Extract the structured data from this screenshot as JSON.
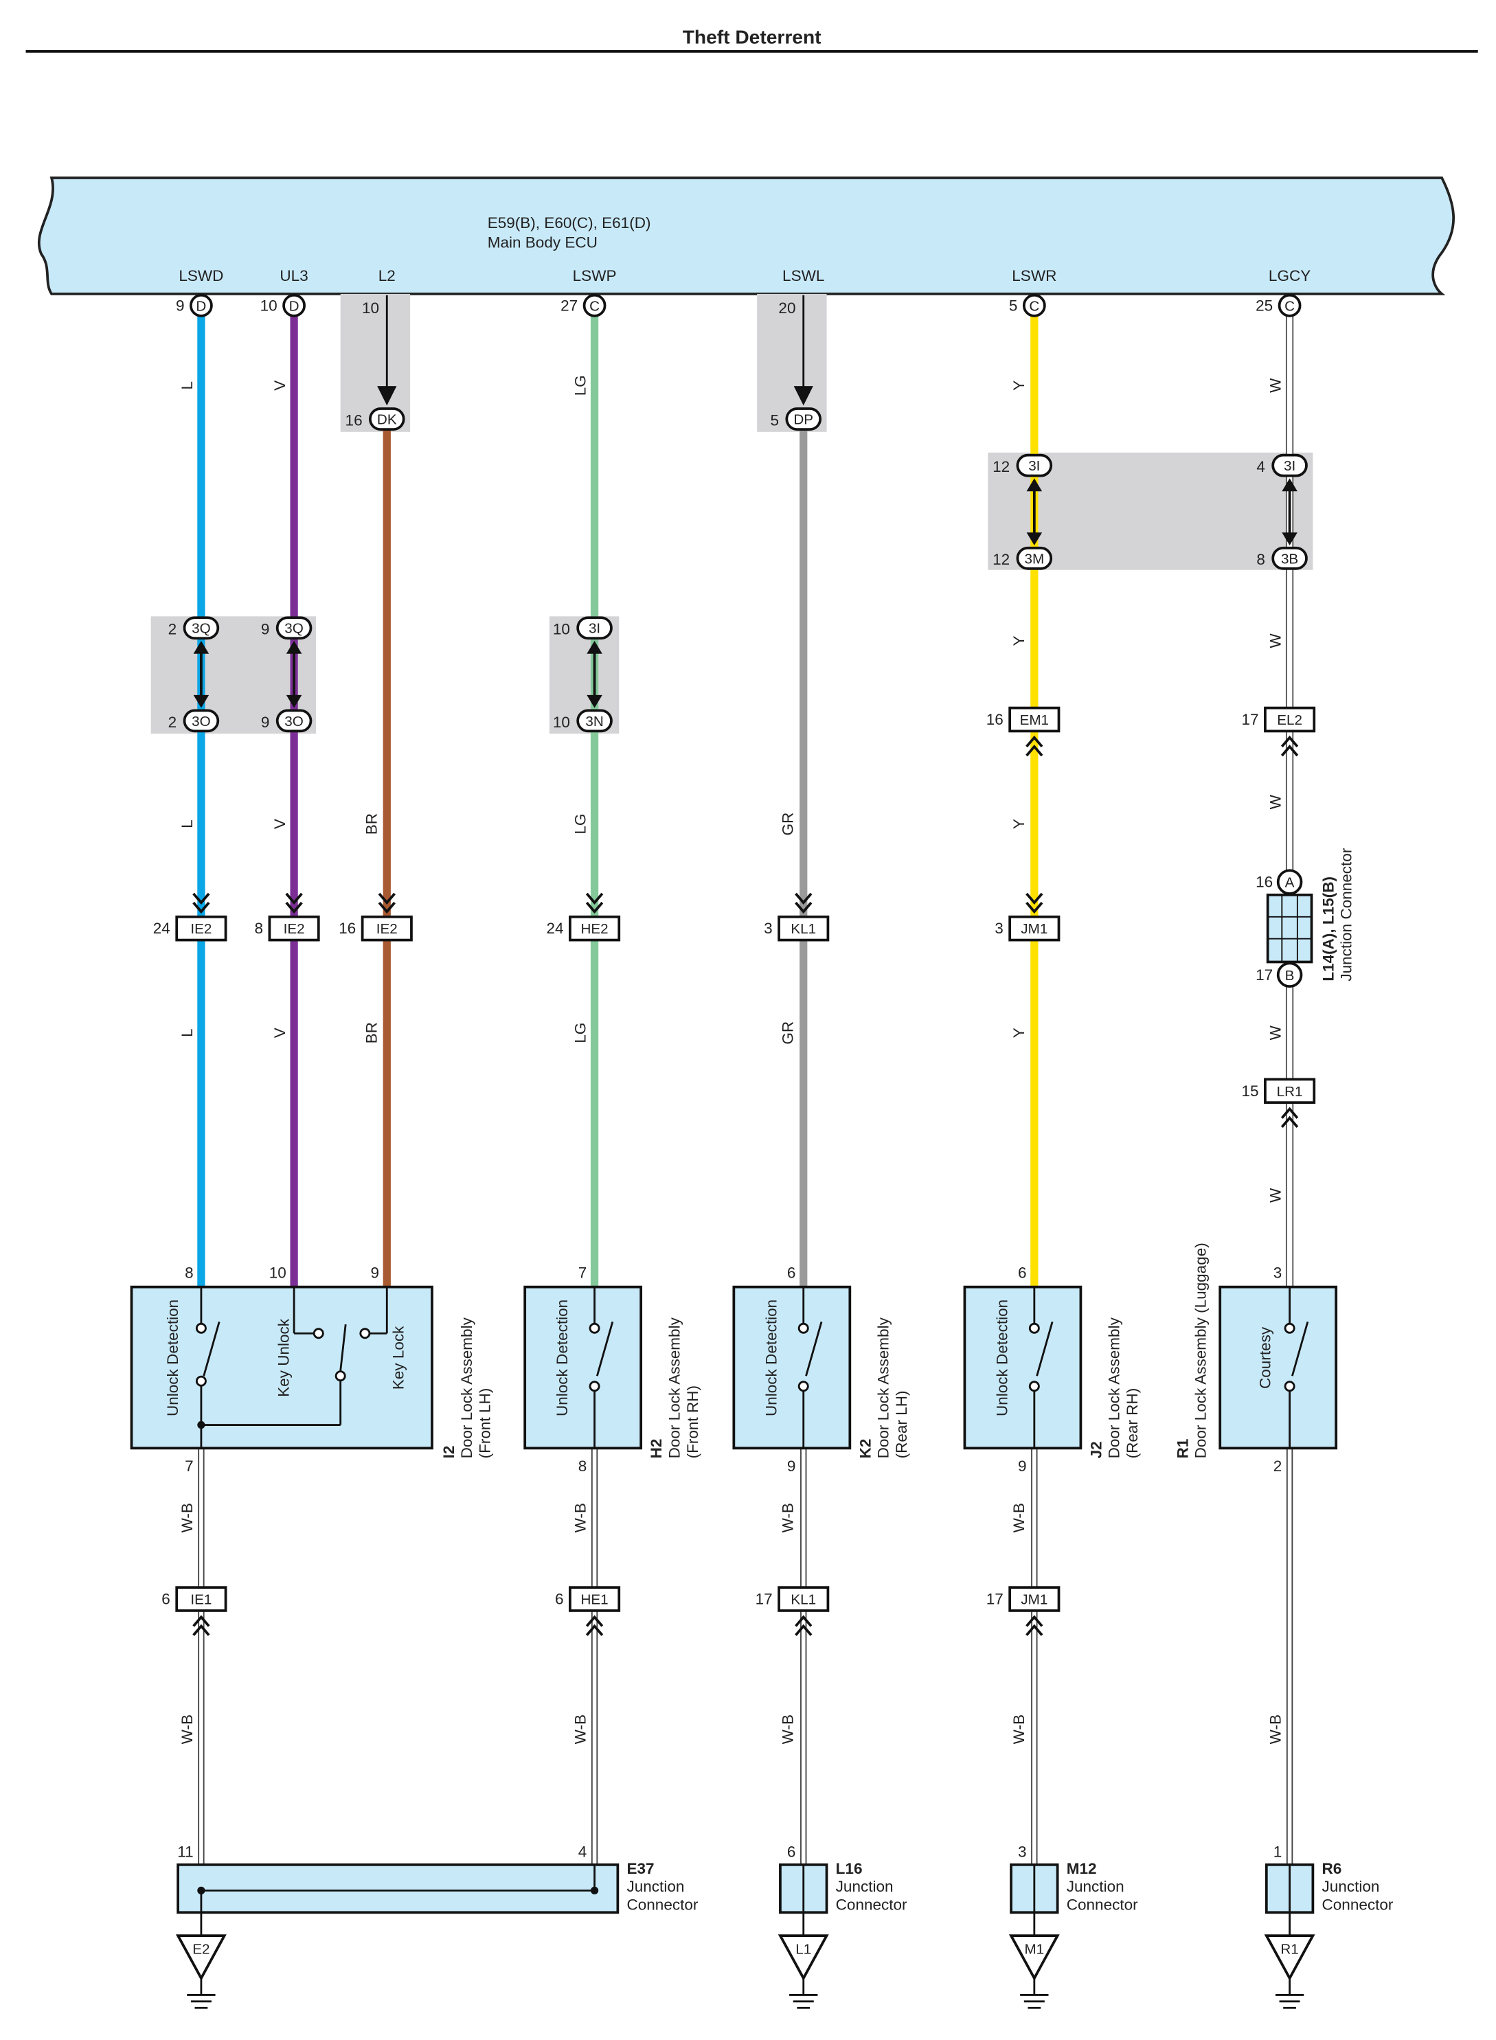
{
  "page": {
    "title": "Theft Deterrent"
  },
  "ecu": {
    "connectors": "E59(B), E60(C), E61(D)",
    "name": "Main Body ECU"
  },
  "colors": {
    "ecu_fill": "#c8e9f8",
    "box_fill": "#c8e9f8",
    "splice_fill": "#d4d4d6",
    "wires": {
      "L": "#0aa6e6",
      "V": "#7b2f96",
      "BR": "#a85a30",
      "LG": "#84c99a",
      "GR": "#9a9a9a",
      "Y": "#ffe100",
      "W": "#ffffff",
      "W-B": "#ffffff"
    }
  },
  "wires": [
    {
      "signal": "LSWD",
      "pin": "9",
      "connector": "D",
      "segments": [
        "L",
        "L",
        "L"
      ],
      "splice": {
        "top_pin": "2",
        "top": "3Q",
        "bottom_pin": "2",
        "bottom": "3O"
      },
      "jc1": {
        "pin": "24",
        "name": "IE2"
      },
      "device_pin": "8"
    },
    {
      "signal": "UL3",
      "pin": "10",
      "connector": "D",
      "segments": [
        "V",
        "V",
        "V"
      ],
      "splice": {
        "top_pin": "9",
        "top": "3Q",
        "bottom_pin": "9",
        "bottom": "3O"
      },
      "jc1": {
        "pin": "8",
        "name": "IE2"
      },
      "device_pin": "10"
    },
    {
      "signal": "L2",
      "pin": "10",
      "connector": "",
      "segments": [
        "BR",
        "BR"
      ],
      "splice": {
        "top_pin": "16",
        "top": "DK"
      },
      "jc1": {
        "pin": "16",
        "name": "IE2"
      },
      "device_pin": "9"
    },
    {
      "signal": "LSWP",
      "pin": "27",
      "connector": "C",
      "segments": [
        "LG",
        "LG",
        "LG"
      ],
      "splice": {
        "top_pin": "10",
        "top": "3I",
        "bottom_pin": "10",
        "bottom": "3N"
      },
      "jc1": {
        "pin": "24",
        "name": "HE2"
      },
      "device_pin": "7"
    },
    {
      "signal": "LSWL",
      "pin": "20",
      "connector": "",
      "segments": [
        "GR",
        "GR"
      ],
      "splice": {
        "top_pin": "5",
        "top": "DP"
      },
      "jc1": {
        "pin": "3",
        "name": "KL1"
      },
      "device_pin": "6"
    },
    {
      "signal": "LSWR",
      "pin": "5",
      "connector": "C",
      "segments": [
        "Y",
        "Y",
        "Y",
        "Y"
      ],
      "splice": {
        "top_pin": "12",
        "top": "3I",
        "bottom_pin": "12",
        "bottom": "3M"
      },
      "jc1": {
        "pin": "16",
        "name": "EM1"
      },
      "jc2": {
        "pin": "3",
        "name": "JM1"
      },
      "device_pin": "6"
    },
    {
      "signal": "LGCY",
      "pin": "25",
      "connector": "C",
      "segments": [
        "W",
        "W",
        "W",
        "W",
        "W"
      ],
      "splice": {
        "top_pin": "4",
        "top": "3I",
        "bottom_pin": "8",
        "bottom": "3B"
      },
      "jc1": {
        "pin": "17",
        "name": "EL2"
      },
      "jc2": {
        "pin": "15",
        "name": "LR1"
      },
      "device_pin": "3"
    }
  ],
  "junction_l14": {
    "pin_a": "16",
    "a": "A",
    "pin_b": "17",
    "b": "B",
    "code": "L14(A), L15(B)",
    "name": "Junction Connector"
  },
  "devices": [
    {
      "code": "I2",
      "name": "Door Lock Assembly",
      "sub": "(Front LH)",
      "switches": [
        "Unlock Detection",
        "Key Unlock",
        "Key Lock"
      ],
      "ground_pin": "7"
    },
    {
      "code": "H2",
      "name": "Door Lock Assembly",
      "sub": "(Front RH)",
      "switches": [
        "Unlock Detection"
      ],
      "ground_pin": "8"
    },
    {
      "code": "K2",
      "name": "Door Lock Assembly",
      "sub": "(Rear LH)",
      "switches": [
        "Unlock Detection"
      ],
      "ground_pin": "9"
    },
    {
      "code": "J2",
      "name": "Door Lock Assembly",
      "sub": "(Rear RH)",
      "switches": [
        "Unlock Detection"
      ],
      "ground_pin": "9"
    },
    {
      "code": "R1",
      "name": "Door Lock Assembly (Luggage)",
      "sub": "",
      "switches": [
        "Courtesy"
      ],
      "ground_pin": "2"
    }
  ],
  "grounds": [
    {
      "wire_top": "W-B",
      "wire_bottom": "W-B",
      "jc": {
        "pin": "6",
        "name": "IE1"
      },
      "junction": {
        "code": "E37",
        "name": "Junction",
        "name2": "Connector",
        "pin": "11",
        "pin2": "4"
      },
      "ground": "E2"
    },
    {
      "wire_top": "W-B",
      "wire_bottom": "W-B",
      "jc": {
        "pin": "6",
        "name": "HE1"
      }
    },
    {
      "wire_top": "W-B",
      "wire_bottom": "W-B",
      "jc": {
        "pin": "17",
        "name": "KL1"
      },
      "junction": {
        "code": "L16",
        "name": "Junction",
        "name2": "Connector",
        "pin": "6"
      },
      "ground": "L1"
    },
    {
      "wire_top": "W-B",
      "wire_bottom": "W-B",
      "jc": {
        "pin": "17",
        "name": "JM1"
      },
      "junction": {
        "code": "M12",
        "name": "Junction",
        "name2": "Connector",
        "pin": "3"
      },
      "ground": "M1"
    },
    {
      "wire_top": "W-B",
      "wire_bottom": "",
      "junction": {
        "code": "R6",
        "name": "Junction",
        "name2": "Connector",
        "pin": "1"
      },
      "ground": "R1"
    }
  ]
}
